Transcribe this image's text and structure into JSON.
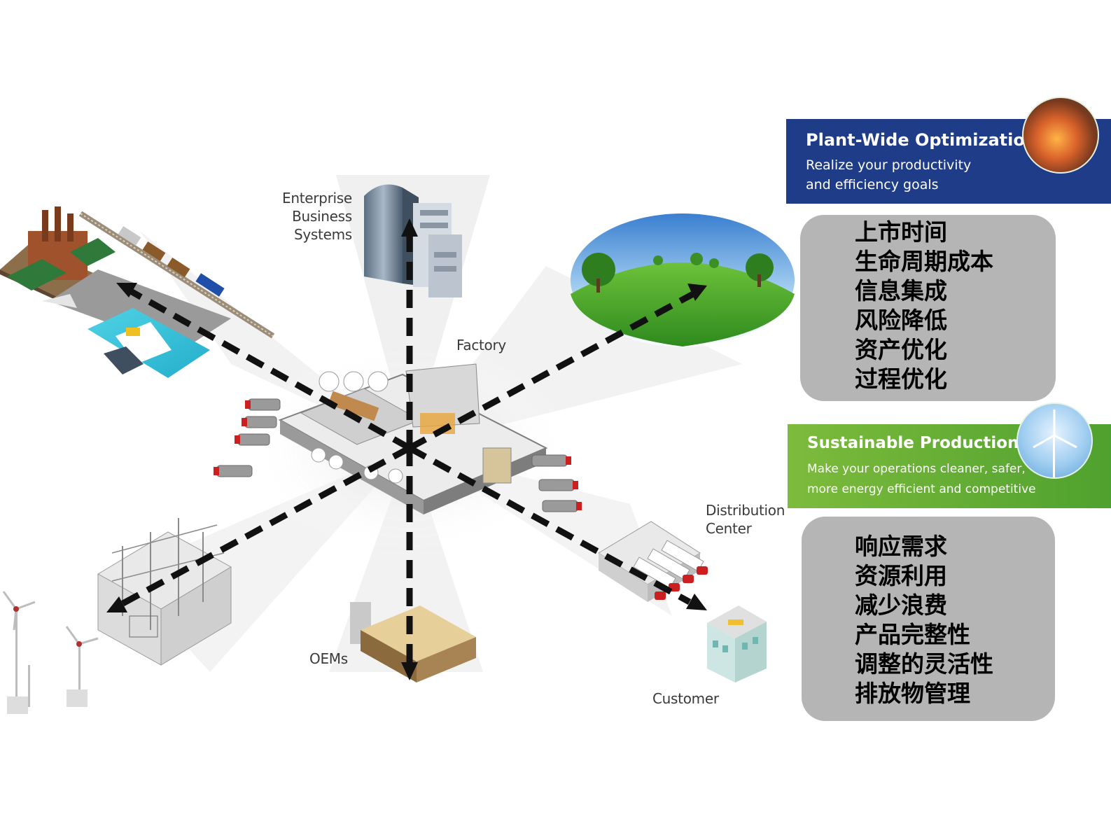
{
  "diagram": {
    "labels": {
      "enterprise": "Enterprise\nBusiness\nSystems",
      "factory": "Factory",
      "distribution": "Distribution\nCenter",
      "customer": "Customer",
      "oems": "OEMs"
    }
  },
  "plant_wide": {
    "title": "Plant-Wide Optimization",
    "subtitle_line1": "Realize your productivity",
    "subtitle_line2": "and efficiency goals",
    "color": "#1f3c88",
    "items": [
      "上市时间",
      "生命周期成本",
      "信息集成",
      "风险降低",
      "资产优化",
      "过程优化"
    ]
  },
  "sustainable": {
    "title": "Sustainable Production",
    "subtitle_line1": "Make your operations cleaner, safer,",
    "subtitle_line2": "more energy efficient and competitive",
    "color": "#5aa832",
    "items": [
      "响应需求",
      "资源利用",
      "减少浪费",
      "产品完整性",
      "调整的灵活性",
      "排放物管理"
    ]
  },
  "list_box_color": "#b5b5b5"
}
